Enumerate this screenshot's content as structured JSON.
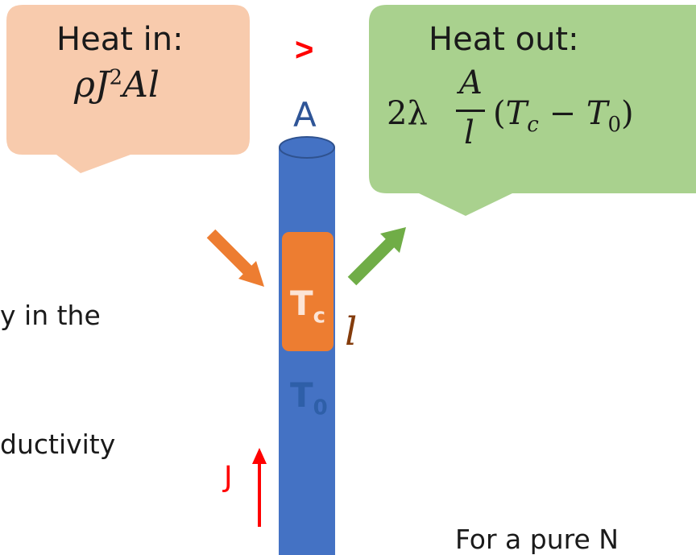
{
  "callouts": {
    "heat_in": {
      "title": "Heat in:",
      "fill": "#f8cbad"
    },
    "heat_out": {
      "title": "Heat out:",
      "fill": "#a9d18e"
    }
  },
  "comparison_symbol": ">",
  "rod": {
    "area_label": "A",
    "hot_zone_label": "T",
    "hot_zone_subscript": "c",
    "ambient_label": "T",
    "ambient_subscript": "0",
    "length_label": "l",
    "current_label": "J",
    "rod_color": "#4472c4",
    "hot_zone_color": "#ed7d31",
    "accent_red": "#ff0000"
  },
  "arrows": {
    "heat_in_color": "#ed7d31",
    "heat_out_color": "#70ad47"
  },
  "body_text": {
    "line1": "y in the",
    "line2": "ductivity",
    "line3": "For a pure N"
  }
}
